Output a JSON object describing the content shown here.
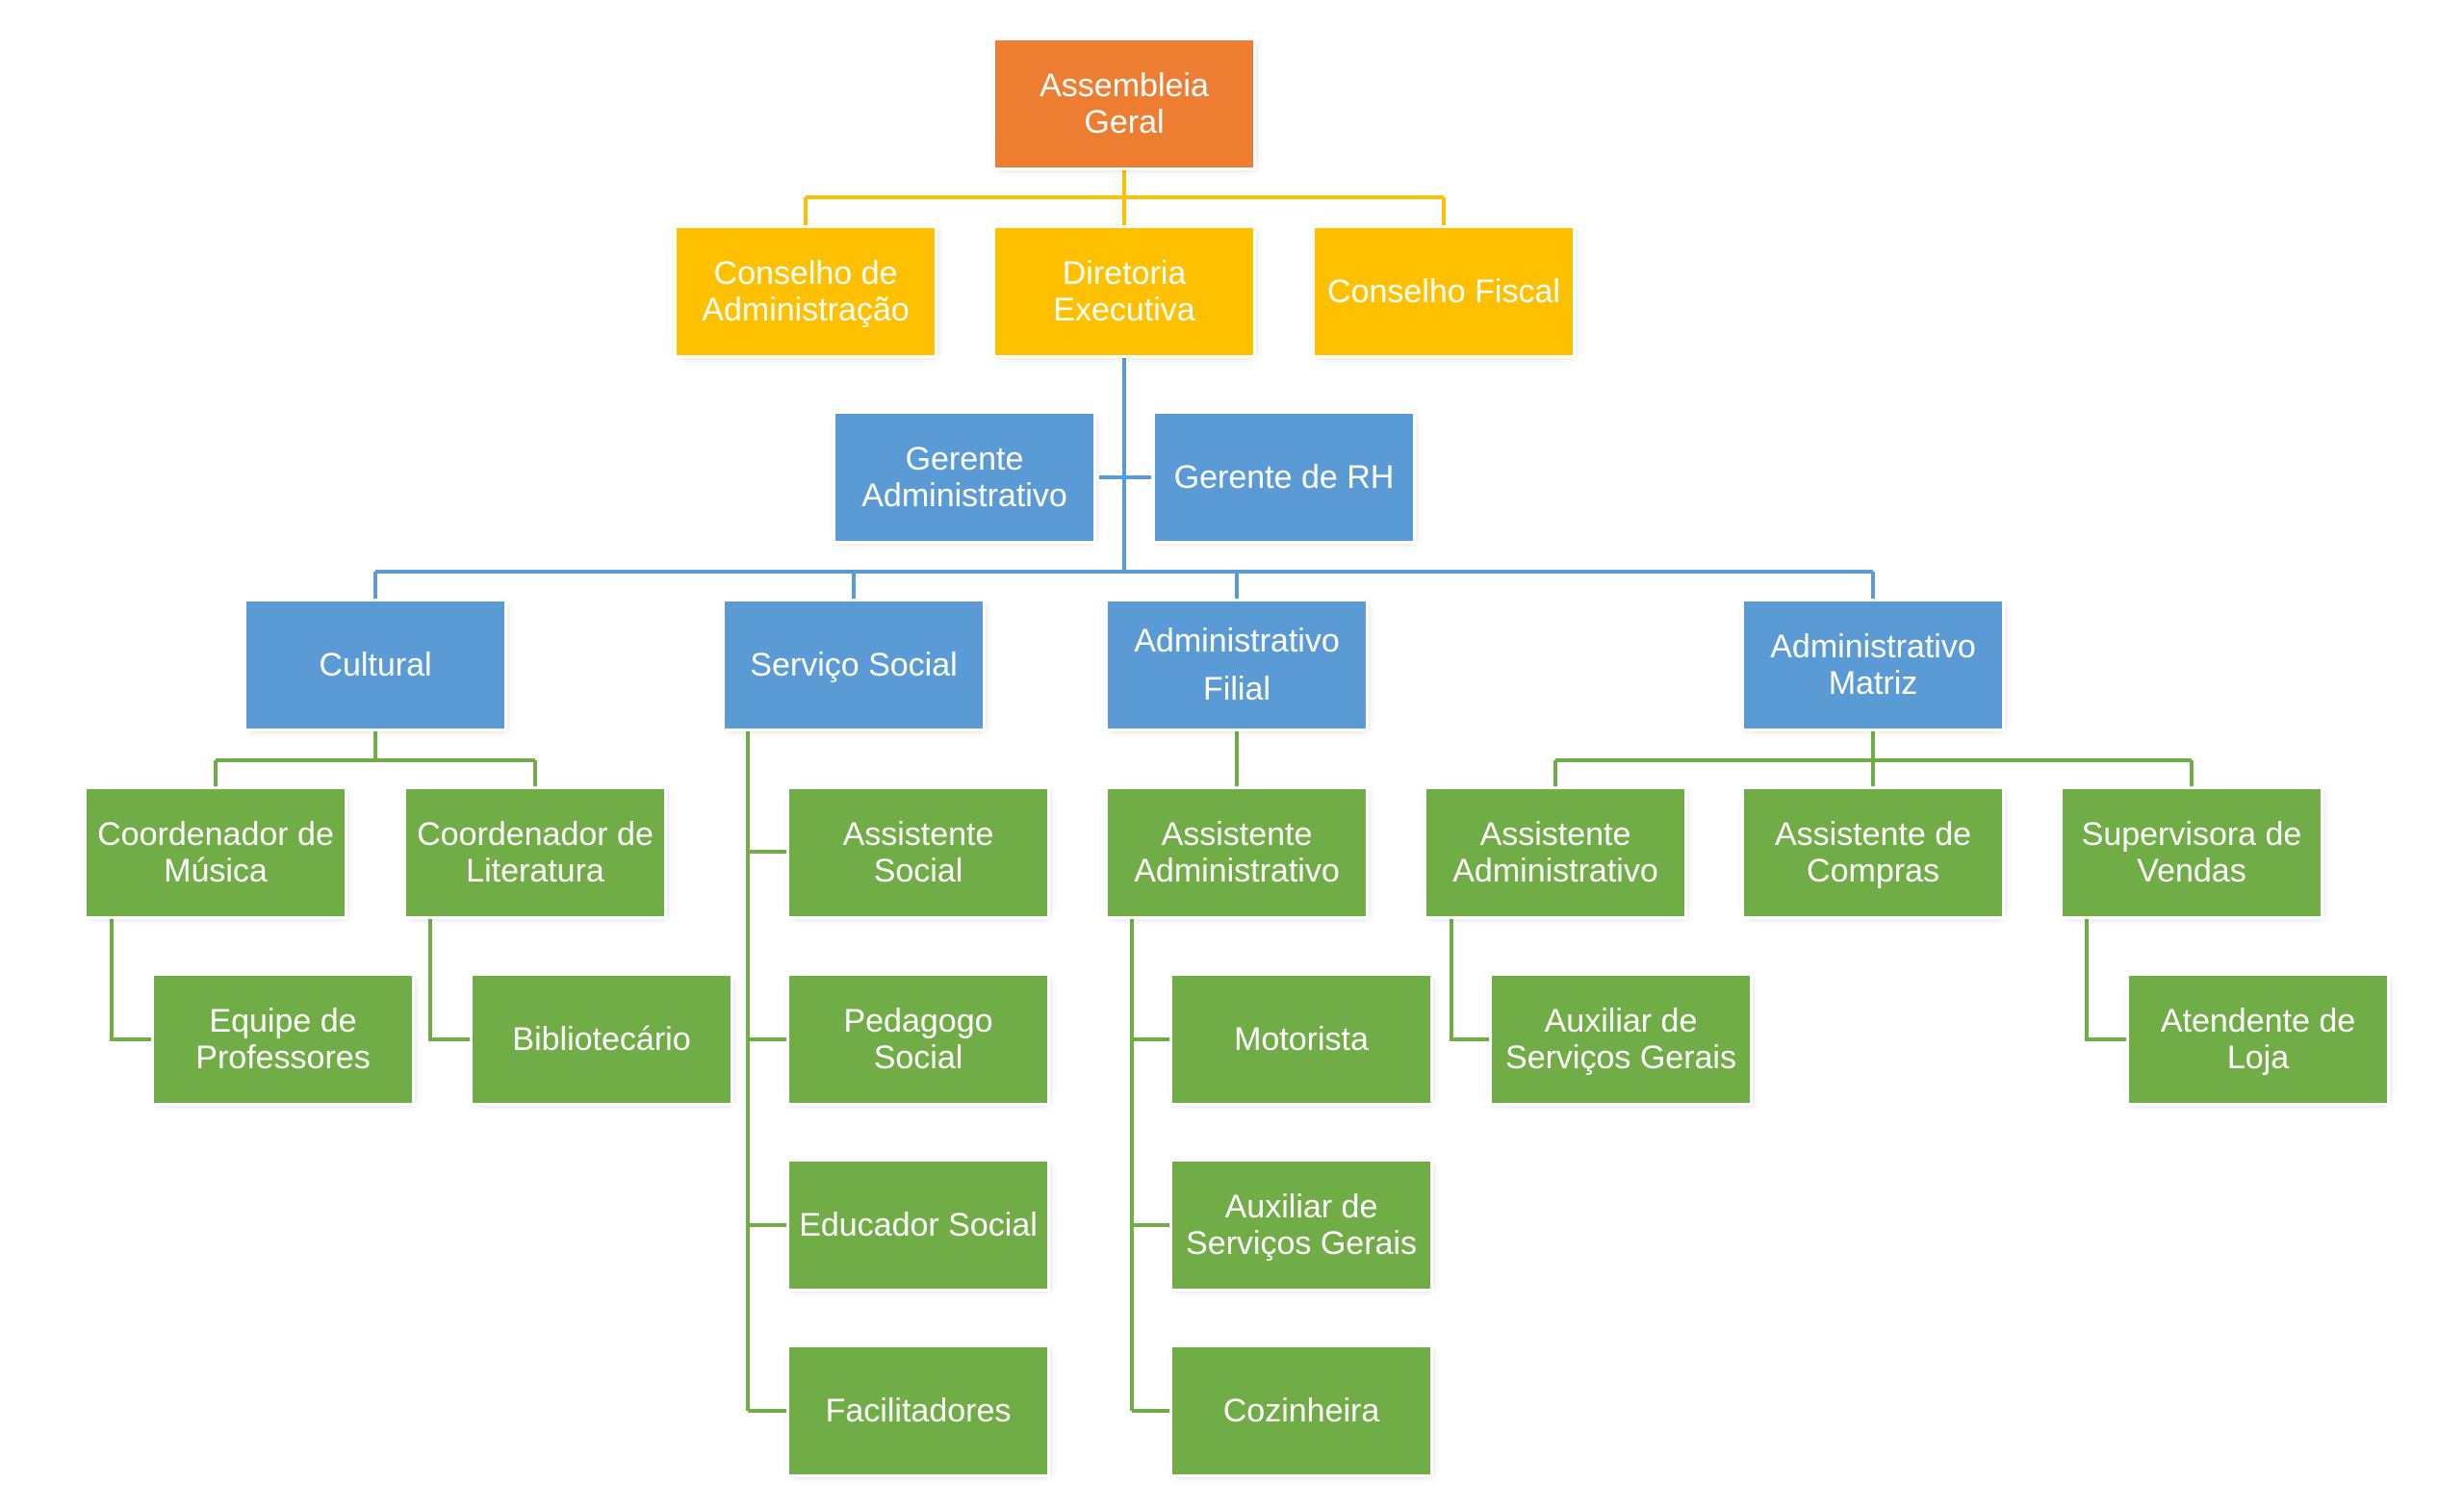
{
  "colors": {
    "root": "#ed7d31",
    "board": "#ffc000",
    "management": "#5b9bd5",
    "staff": "#70ad47",
    "line_board": "#ffc000",
    "line_management": "#5b9bd5",
    "line_staff": "#70ad47"
  },
  "nodes": {
    "assembleia": "Assembleia\nGeral",
    "conselho_admin": "Conselho de\nAdministração",
    "diretoria": "Diretoria\nExecutiva",
    "conselho_fiscal": "Conselho Fiscal",
    "gerente_admin": "Gerente\nAdministrativo",
    "gerente_rh": "Gerente de RH",
    "cultural": "Cultural",
    "servico_social": "Serviço Social",
    "admin_filial": "Administrativo\nFilial",
    "admin_matriz": "Administrativo\nMatriz",
    "coord_musica": "Coordenador de\nMúsica",
    "coord_literatura": "Coordenador de\nLiteratura",
    "equipe_professores": "Equipe de\nProfessores",
    "bibliotecario": "Bibliotecário",
    "assistente_social": "Assistente\nSocial",
    "pedagogo_social": "Pedagogo\nSocial",
    "educador_social": "Educador Social",
    "facilitadores": "Facilitadores",
    "assist_admin_filial": "Assistente\nAdministrativo",
    "motorista": "Motorista",
    "auxiliar_filial": "Auxiliar de\nServiços Gerais",
    "cozinheira": "Cozinheira",
    "assist_admin_matriz": "Assistente\nAdministrativo",
    "auxiliar_matriz": "Auxiliar de\nServiços Gerais",
    "assist_compras": "Assistente de\nCompras",
    "supervisora": "Supervisora de\nVendas",
    "atendente": "Atendente de\nLoja"
  }
}
